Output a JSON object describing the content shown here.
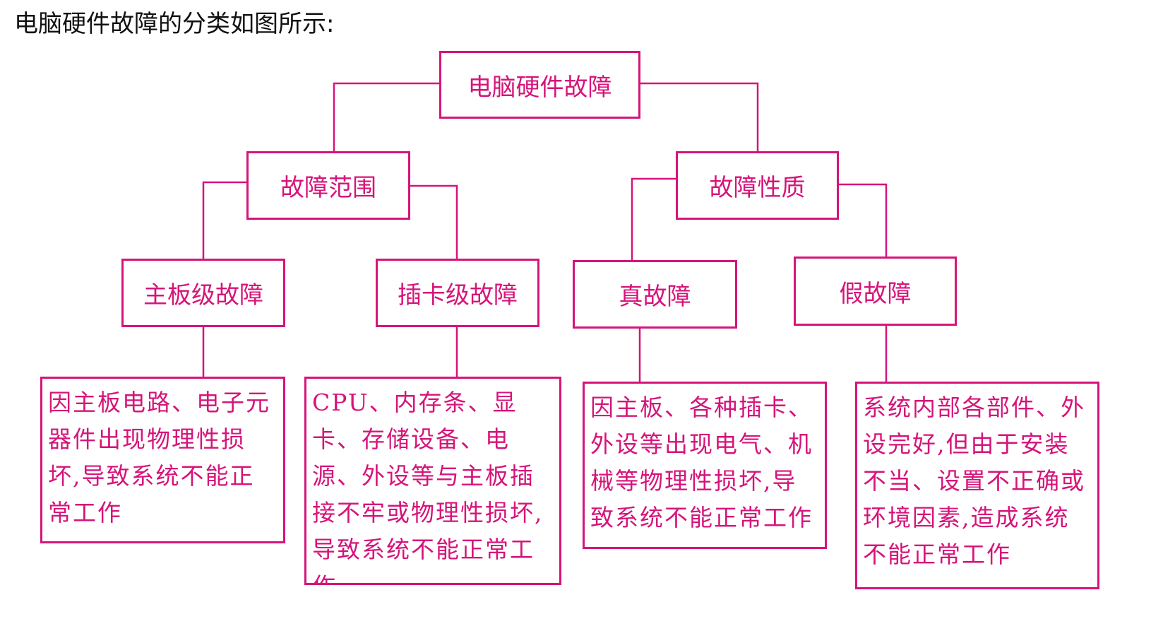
{
  "heading": "电脑硬件故障的分类如图所示:",
  "colors": {
    "accent": "#d6147a",
    "line": "#d6147a",
    "text": "#111111"
  },
  "tree": {
    "root": "电脑硬件故障",
    "branches": [
      {
        "label": "故障范围",
        "children": [
          {
            "label": "主板级故障",
            "description": "因主板电路、电子元器件出现物理性损坏,导致系统不能正常工作"
          },
          {
            "label": "插卡级故障",
            "description": "CPU、内存条、显卡、存储设备、电源、外设等与主板插接不牢或物理性损坏,导致系统不能正常工作"
          }
        ]
      },
      {
        "label": "故障性质",
        "children": [
          {
            "label": "真故障",
            "description": "因主板、各种插卡、外设等出现电气、机械等物理性损坏,导致系统不能正常工作"
          },
          {
            "label": "假故障",
            "description": "系统内部各部件、外设完好,但由于安装不当、设置不正确或环境因素,造成系统不能正常工作"
          }
        ]
      }
    ]
  }
}
